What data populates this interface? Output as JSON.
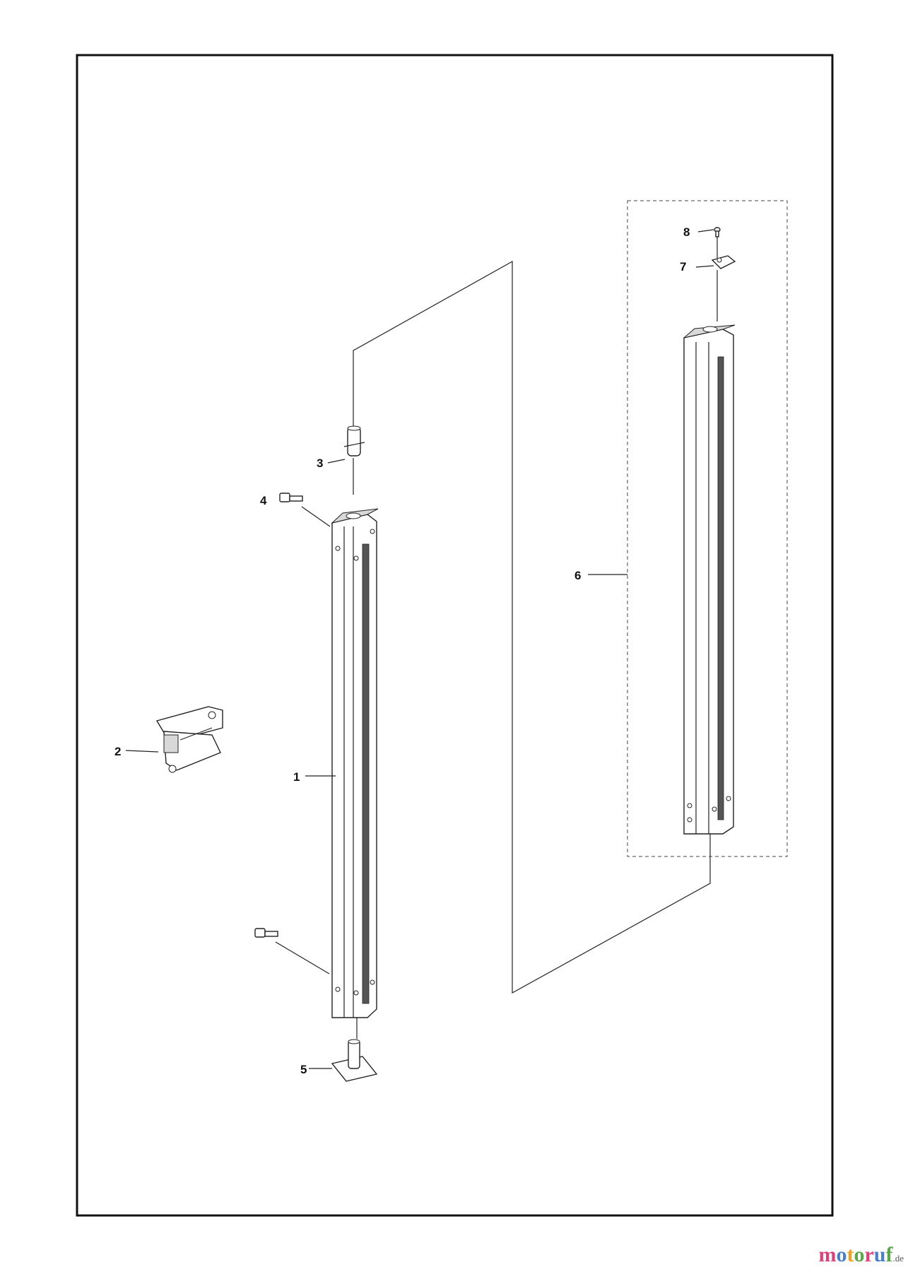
{
  "diagram": {
    "callouts": {
      "c1": "1",
      "c2": "2",
      "c3": "3",
      "c4": "4",
      "c5": "5",
      "c6": "6",
      "c7": "7",
      "c8": "8"
    }
  },
  "logo": {
    "letters": [
      "m",
      "o",
      "t",
      "o",
      "r",
      "u",
      "f"
    ],
    "letter_colors": [
      "#e0407a",
      "#4a7fd0",
      "#f0a020",
      "#5aa84a",
      "#e0407a",
      "#4a7fd0",
      "#5aa84a"
    ],
    "tld": ".de"
  }
}
